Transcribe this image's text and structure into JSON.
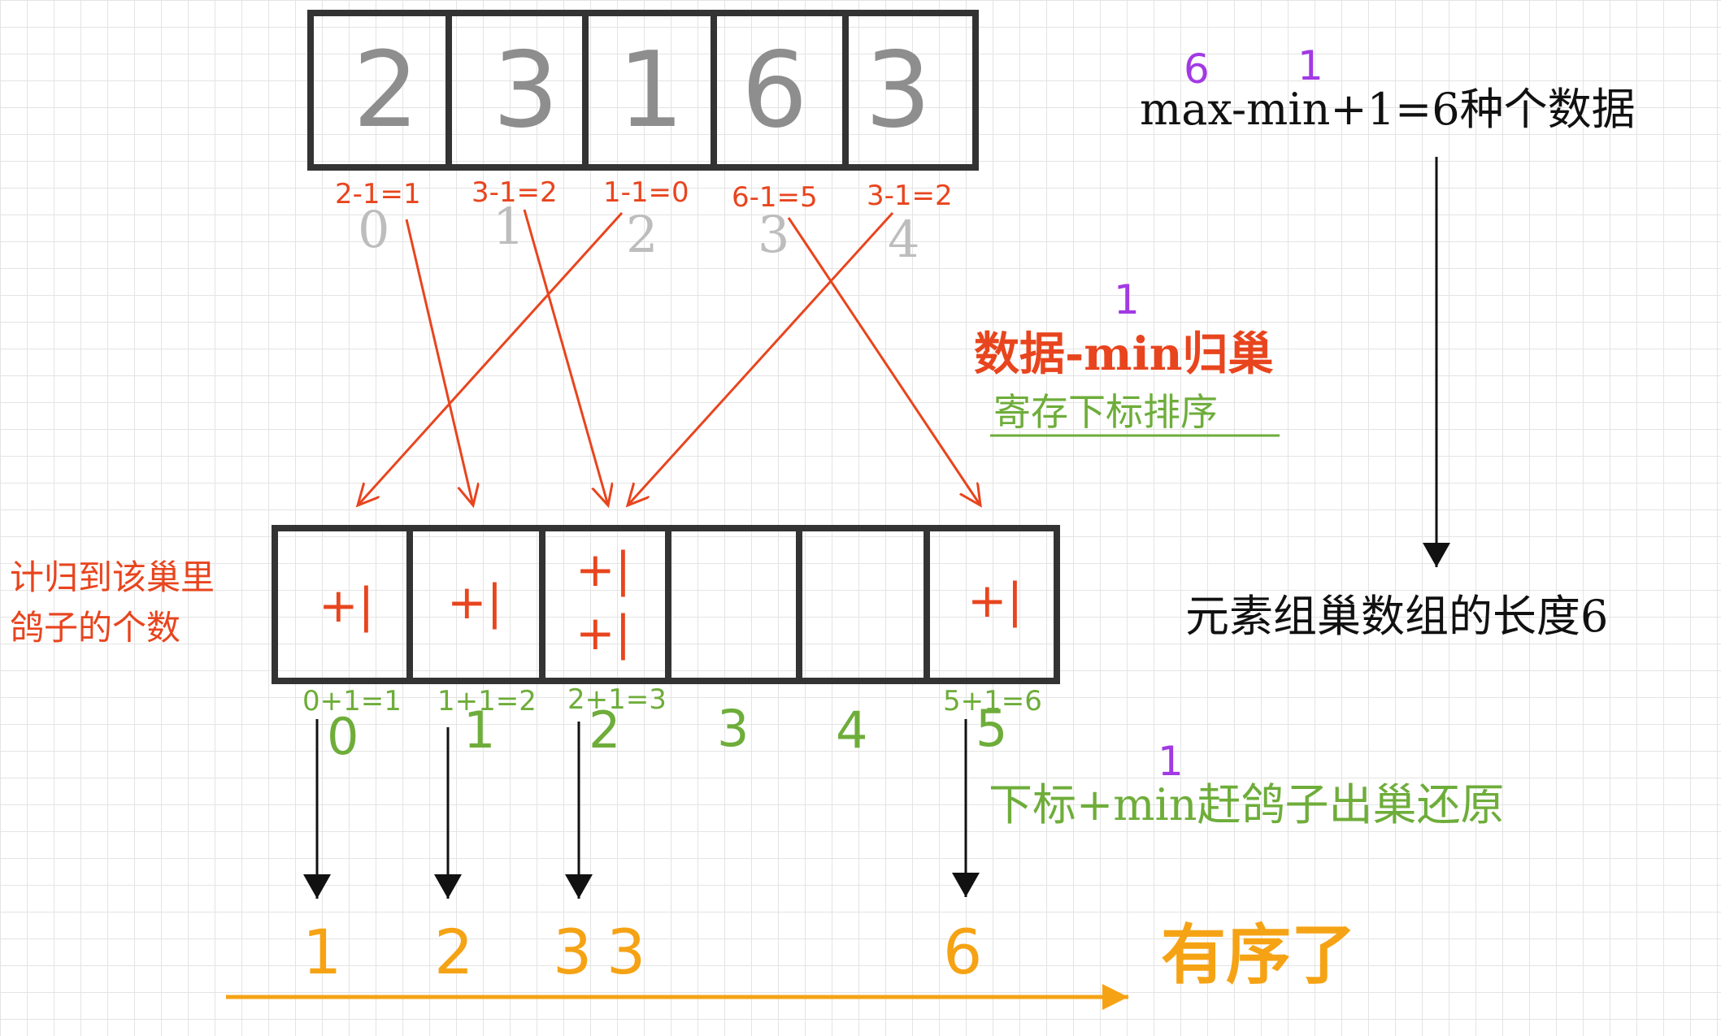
{
  "input_array": [
    "2",
    "3",
    "1",
    "6",
    "3"
  ],
  "input_calcs": [
    "2-1=1",
    "3-1=2",
    "1-1=0",
    "6-1=5",
    "3-1=2"
  ],
  "input_indices": [
    "0",
    "1",
    "2",
    "3",
    "4"
  ],
  "max_min": {
    "max_value": "6",
    "min_value": "1",
    "formula": "max-min+1=6种个数据"
  },
  "bucket_length_label": "元素组巢数组的长度6",
  "map_rule": {
    "min_value": "1",
    "title": "数据-min归巢",
    "subtitle": "寄存下标排序"
  },
  "bucket_side_label": [
    "计归到该巢里",
    "鸽子的个数"
  ],
  "tally_mark": "+|",
  "bucket_calcs": [
    "0+1=1",
    "1+1=2",
    "2+1=3",
    "5+1=6"
  ],
  "bucket_indices": [
    "0",
    "1",
    "2",
    "3",
    "4",
    "5"
  ],
  "restore_rule": {
    "min_value": "1",
    "text": "下标+min赶鸽子出巢还原"
  },
  "sorted_output": [
    "1",
    "2",
    "3",
    "3",
    "6"
  ],
  "sorted_label": "有序了",
  "colors": {
    "red": "#e8451e",
    "green": "#6ead3a",
    "orange": "#f5a315",
    "purple": "#a23ae3",
    "grey": "#8e8e8e",
    "box": "#333333"
  }
}
